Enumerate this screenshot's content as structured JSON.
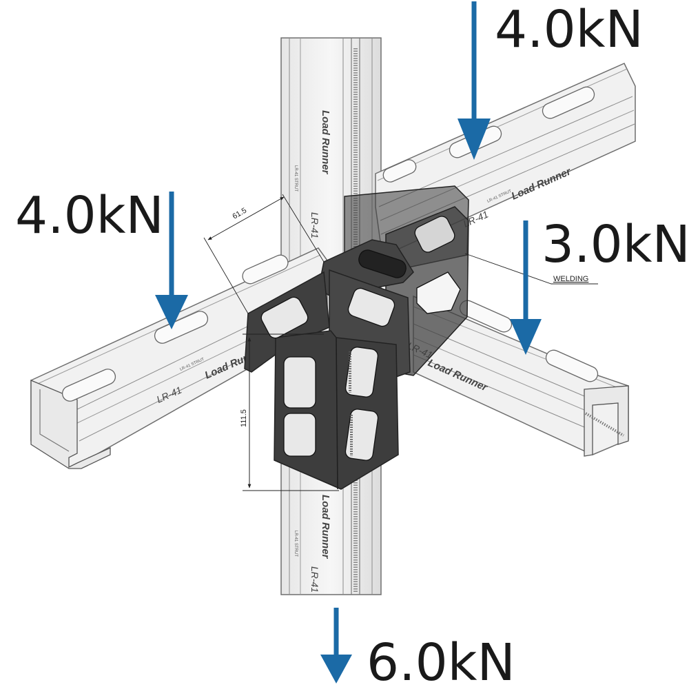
{
  "diagram": {
    "loads": [
      {
        "id": "top-right",
        "label": "4.0kN"
      },
      {
        "id": "left",
        "label": "4.0kN"
      },
      {
        "id": "right",
        "label": "3.0kN"
      },
      {
        "id": "bottom",
        "label": "6.0kN"
      }
    ],
    "dimensions": {
      "horizontal": "61.5",
      "vertical": "111.5"
    },
    "annotation": "WELDING",
    "channel_markings": {
      "brand": "Load Runner",
      "code": "LR-41",
      "fine_print": "LR-41 STRUT"
    },
    "colors": {
      "arrow": "#1b6aa6",
      "bracket": "#3d3d3d",
      "channel_fill": "#f1f1f1",
      "channel_line": "#6e6e6e"
    }
  }
}
